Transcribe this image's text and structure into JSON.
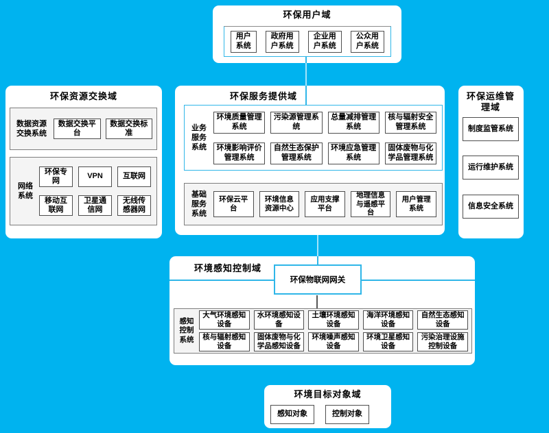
{
  "colors": {
    "background": "#00b3ef",
    "accent": "#2eb6e8",
    "box_border": "#4d4d4d",
    "container_border": "#7d7d7d"
  },
  "domains": {
    "user": {
      "title": "环保用户域",
      "systems": [
        "用户系统",
        "政府用户系统",
        "企业用户系统",
        "公众用户系统"
      ]
    },
    "exchange": {
      "title": "环保资源交换域",
      "data_group": {
        "label": "数据资源交换系统",
        "items": [
          "数据交换平台",
          "数据交换标准"
        ]
      },
      "network_group": {
        "label": "网络系统",
        "items": [
          "环保专网",
          "VPN",
          "互联网",
          "移动互联网",
          "卫星通信网",
          "无线传感器网"
        ]
      }
    },
    "service": {
      "title": "环保服务提供域",
      "business_group": {
        "label": "业务服务系统",
        "items": [
          "环境质量管理系统",
          "污染源管理系统",
          "总量减排管理系统",
          "核与辐射安全管理系统",
          "环境影响评价管理系统",
          "自然生态保护管理系统",
          "环境应急管理系统",
          "固体废物与化学品管理系统"
        ]
      },
      "basic_group": {
        "label": "基础服务系统",
        "items": [
          "环保云平台",
          "环境信息资源中心",
          "应用支撑平台",
          "地理信息与遥感平台",
          "用户管理系统"
        ]
      }
    },
    "ops": {
      "title": "环保运维管理域",
      "systems": [
        "制度监管系统",
        "运行维护系统",
        "信息安全系统"
      ]
    },
    "sensing": {
      "title": "环境感知控制域",
      "gateway": "环保物联网网关",
      "group": {
        "label": "感知控制系统",
        "items": [
          "大气环境感知设备",
          "水环境感知设备",
          "土壤环境感知设备",
          "海洋环境感知设备",
          "自然生态感知设备",
          "核与辐射感知设备",
          "固体废物与化学品感知设备",
          "环境噪声感知设备",
          "环境卫星感知设备",
          "污染治理设施控制设备"
        ]
      }
    },
    "target": {
      "title": "环境目标对象域",
      "objects": [
        "感知对象",
        "控制对象"
      ]
    }
  }
}
